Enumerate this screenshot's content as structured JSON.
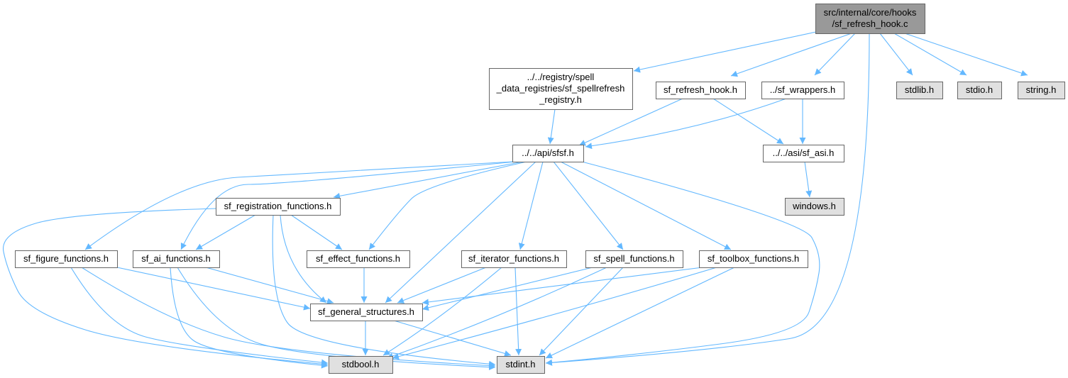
{
  "diagram": {
    "edge_color": "#63b8ff",
    "node_fill": "#ffffff",
    "root_fill": "#999999",
    "system_fill": "#e0e0e0",
    "nodes": [
      {
        "id": "root",
        "kind": "root",
        "lines": [
          "src/internal/core/hooks",
          "/sf_refresh_hook.c"
        ]
      },
      {
        "id": "spellrefresh_registry",
        "kind": "local",
        "lines": [
          "../../registry/spell",
          "_data_registries/sf_spellrefresh",
          "_registry.h"
        ]
      },
      {
        "id": "sf_refresh_hook_h",
        "kind": "local",
        "lines": [
          "sf_refresh_hook.h"
        ]
      },
      {
        "id": "sf_wrappers_h",
        "kind": "local",
        "lines": [
          "../sf_wrappers.h"
        ]
      },
      {
        "id": "stdlib_h",
        "kind": "system",
        "lines": [
          "stdlib.h"
        ]
      },
      {
        "id": "stdio_h",
        "kind": "system",
        "lines": [
          "stdio.h"
        ]
      },
      {
        "id": "string_h",
        "kind": "system",
        "lines": [
          "string.h"
        ]
      },
      {
        "id": "sfsf_h",
        "kind": "local",
        "lines": [
          "../../api/sfsf.h"
        ]
      },
      {
        "id": "sf_asi_h",
        "kind": "local",
        "lines": [
          "../../asi/sf_asi.h"
        ]
      },
      {
        "id": "windows_h",
        "kind": "system",
        "lines": [
          "windows.h"
        ]
      },
      {
        "id": "registration_functions",
        "kind": "local",
        "lines": [
          "sf_registration_functions.h"
        ]
      },
      {
        "id": "figure_functions",
        "kind": "local",
        "lines": [
          "sf_figure_functions.h"
        ]
      },
      {
        "id": "ai_functions",
        "kind": "local",
        "lines": [
          "sf_ai_functions.h"
        ]
      },
      {
        "id": "effect_functions",
        "kind": "local",
        "lines": [
          "sf_effect_functions.h"
        ]
      },
      {
        "id": "iterator_functions",
        "kind": "local",
        "lines": [
          "sf_iterator_functions.h"
        ]
      },
      {
        "id": "spell_functions",
        "kind": "local",
        "lines": [
          "sf_spell_functions.h"
        ]
      },
      {
        "id": "toolbox_functions",
        "kind": "local",
        "lines": [
          "sf_toolbox_functions.h"
        ]
      },
      {
        "id": "general_structures",
        "kind": "local",
        "lines": [
          "sf_general_structures.h"
        ]
      },
      {
        "id": "stdbool_h",
        "kind": "system",
        "lines": [
          "stdbool.h"
        ]
      },
      {
        "id": "stdint_h",
        "kind": "system",
        "lines": [
          "stdint.h"
        ]
      }
    ],
    "edges": [
      {
        "from": "root",
        "to": "spellrefresh_registry"
      },
      {
        "from": "root",
        "to": "sf_refresh_hook_h"
      },
      {
        "from": "root",
        "to": "sf_wrappers_h"
      },
      {
        "from": "root",
        "to": "stdlib_h"
      },
      {
        "from": "root",
        "to": "stdio_h"
      },
      {
        "from": "root",
        "to": "string_h"
      },
      {
        "from": "root",
        "to": "stdint_h"
      },
      {
        "from": "spellrefresh_registry",
        "to": "sfsf_h"
      },
      {
        "from": "sf_refresh_hook_h",
        "to": "sfsf_h"
      },
      {
        "from": "sf_refresh_hook_h",
        "to": "sf_asi_h"
      },
      {
        "from": "sf_wrappers_h",
        "to": "sfsf_h"
      },
      {
        "from": "sf_wrappers_h",
        "to": "sf_asi_h"
      },
      {
        "from": "sf_asi_h",
        "to": "windows_h"
      },
      {
        "from": "sfsf_h",
        "to": "registration_functions"
      },
      {
        "from": "sfsf_h",
        "to": "figure_functions"
      },
      {
        "from": "sfsf_h",
        "to": "ai_functions"
      },
      {
        "from": "sfsf_h",
        "to": "effect_functions"
      },
      {
        "from": "sfsf_h",
        "to": "iterator_functions"
      },
      {
        "from": "sfsf_h",
        "to": "spell_functions"
      },
      {
        "from": "sfsf_h",
        "to": "toolbox_functions"
      },
      {
        "from": "sfsf_h",
        "to": "general_structures"
      },
      {
        "from": "sfsf_h",
        "to": "stdint_h"
      },
      {
        "from": "registration_functions",
        "to": "ai_functions"
      },
      {
        "from": "registration_functions",
        "to": "effect_functions"
      },
      {
        "from": "registration_functions",
        "to": "general_structures"
      },
      {
        "from": "registration_functions",
        "to": "stdbool_h"
      },
      {
        "from": "registration_functions",
        "to": "stdint_h"
      },
      {
        "from": "figure_functions",
        "to": "general_structures"
      },
      {
        "from": "figure_functions",
        "to": "stdbool_h"
      },
      {
        "from": "figure_functions",
        "to": "stdint_h"
      },
      {
        "from": "ai_functions",
        "to": "general_structures"
      },
      {
        "from": "ai_functions",
        "to": "stdbool_h"
      },
      {
        "from": "ai_functions",
        "to": "stdint_h"
      },
      {
        "from": "effect_functions",
        "to": "general_structures"
      },
      {
        "from": "iterator_functions",
        "to": "general_structures"
      },
      {
        "from": "iterator_functions",
        "to": "stdbool_h"
      },
      {
        "from": "iterator_functions",
        "to": "stdint_h"
      },
      {
        "from": "spell_functions",
        "to": "general_structures"
      },
      {
        "from": "spell_functions",
        "to": "stdbool_h"
      },
      {
        "from": "spell_functions",
        "to": "stdint_h"
      },
      {
        "from": "toolbox_functions",
        "to": "general_structures"
      },
      {
        "from": "toolbox_functions",
        "to": "stdbool_h"
      },
      {
        "from": "toolbox_functions",
        "to": "stdint_h"
      },
      {
        "from": "general_structures",
        "to": "stdbool_h"
      },
      {
        "from": "general_structures",
        "to": "stdint_h"
      }
    ]
  }
}
